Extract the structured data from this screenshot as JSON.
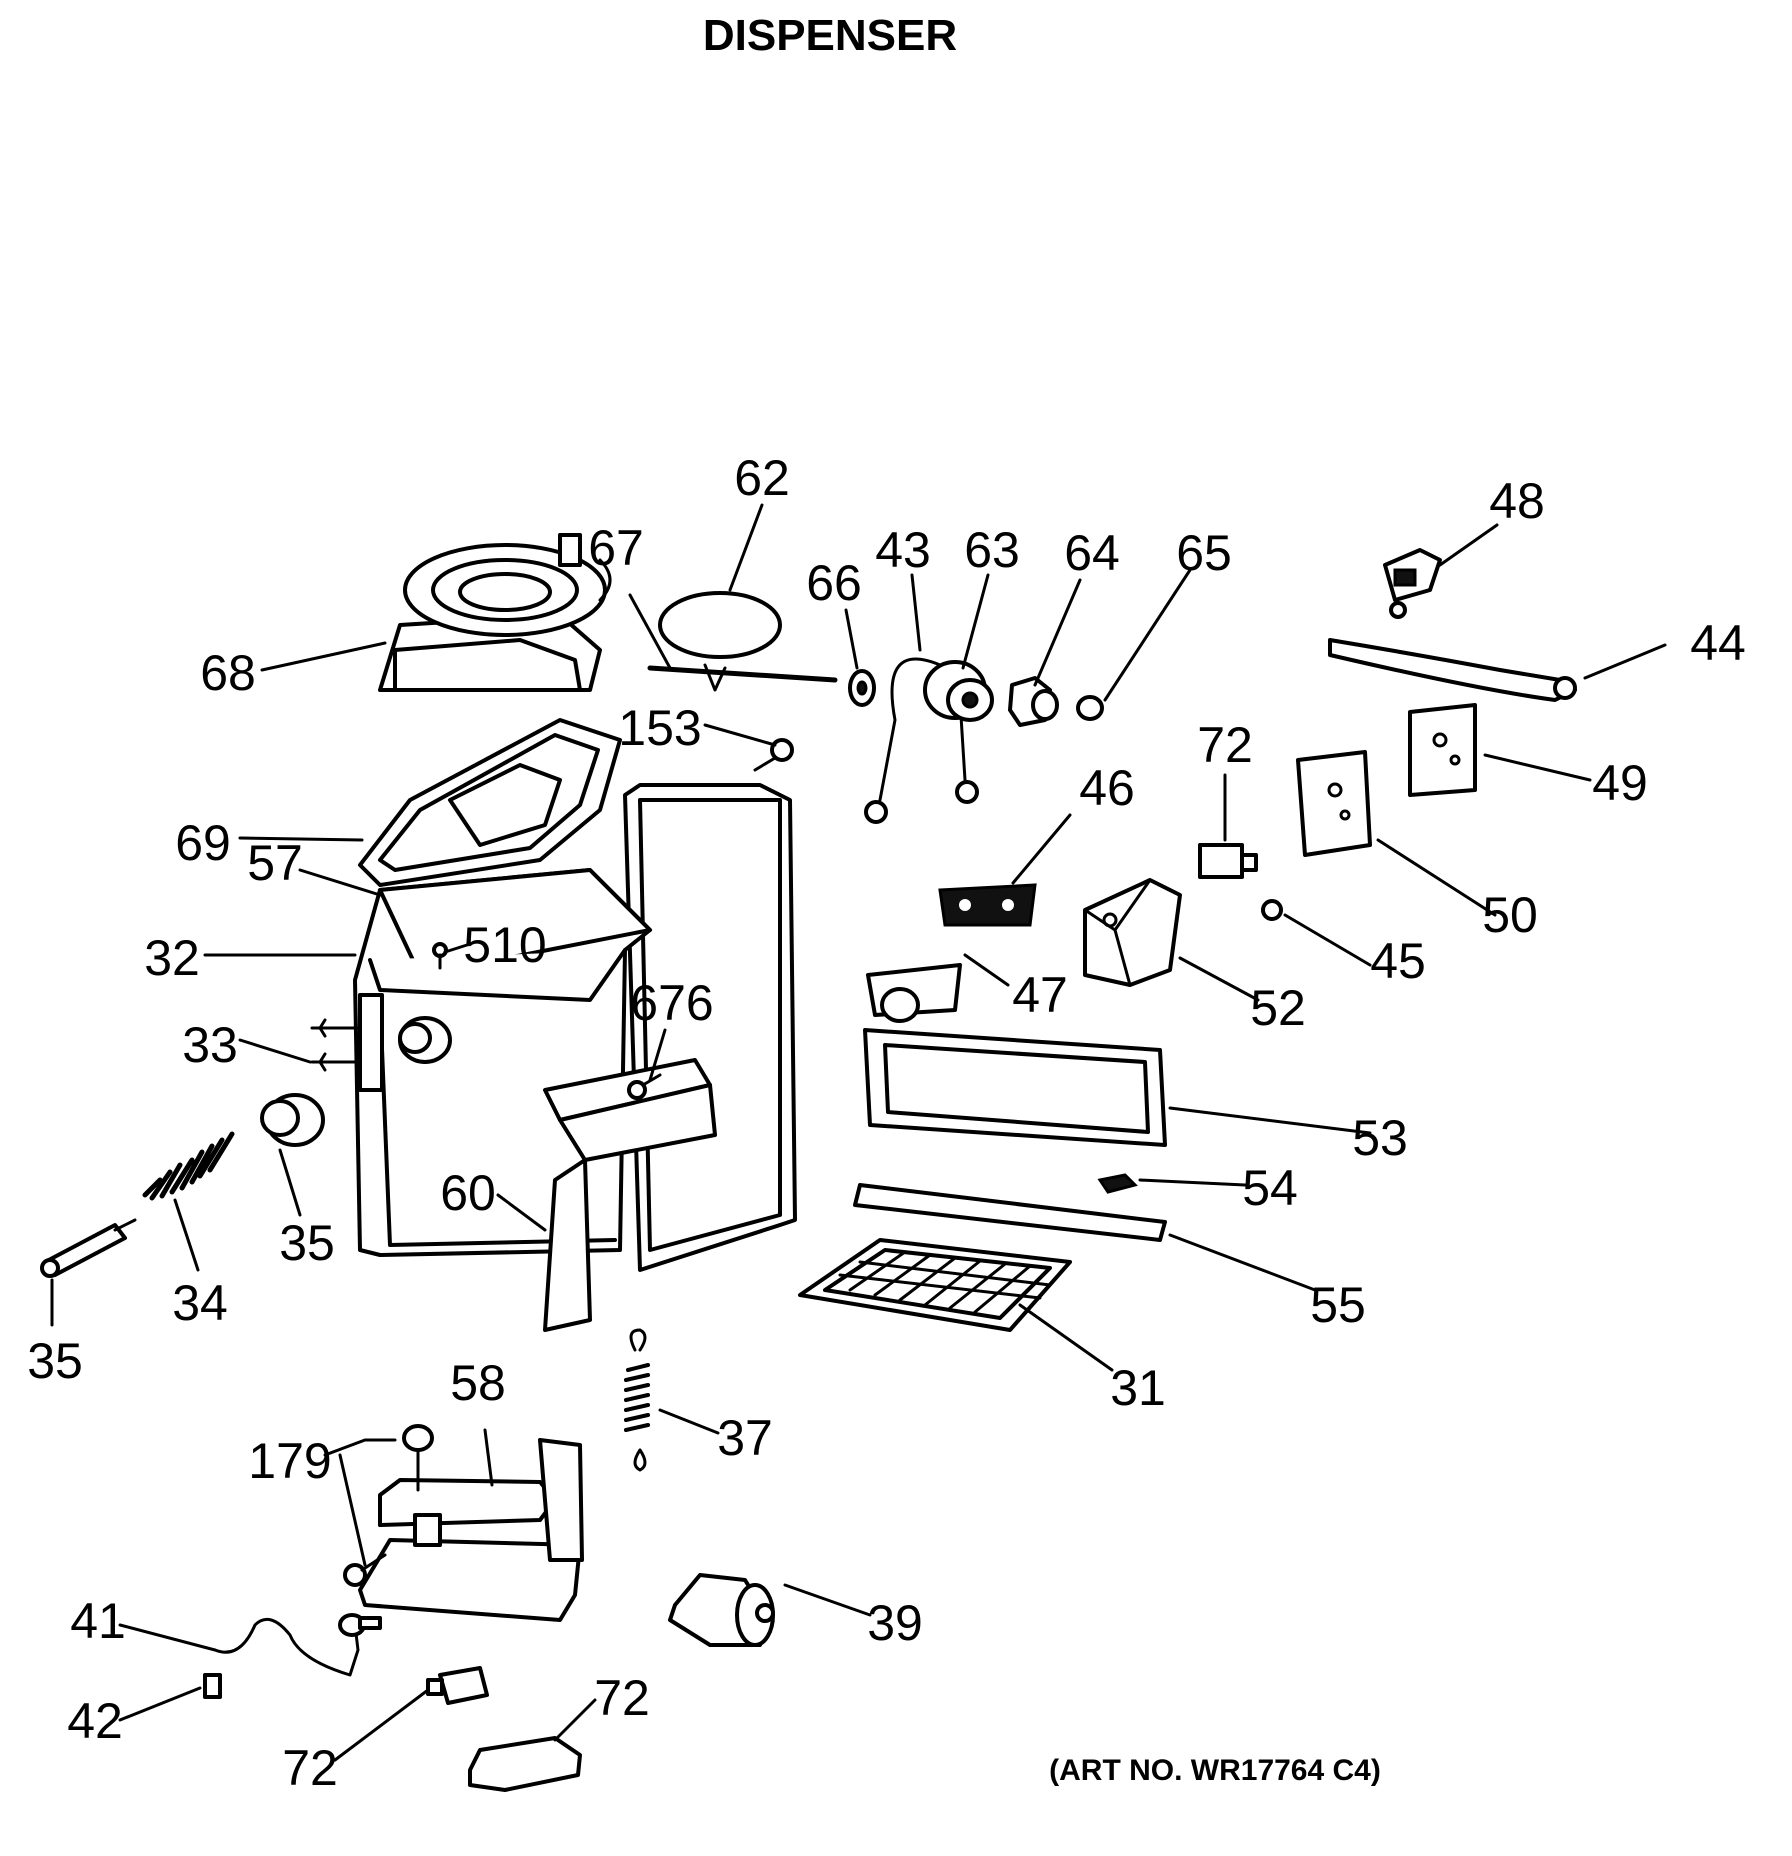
{
  "title": "DISPENSER",
  "art_number": "(ART NO. WR17764 C4)",
  "callouts": [
    "62",
    "48",
    "67",
    "66",
    "43",
    "63",
    "64",
    "65",
    "44",
    "68",
    "153",
    "72",
    "49",
    "46",
    "69",
    "50",
    "57",
    "510",
    "45",
    "32",
    "47",
    "52",
    "676",
    "33",
    "53",
    "54",
    "60",
    "35",
    "55",
    "34",
    "35",
    "31",
    "58",
    "37",
    "179",
    "39",
    "41",
    "72",
    "42",
    "72"
  ]
}
